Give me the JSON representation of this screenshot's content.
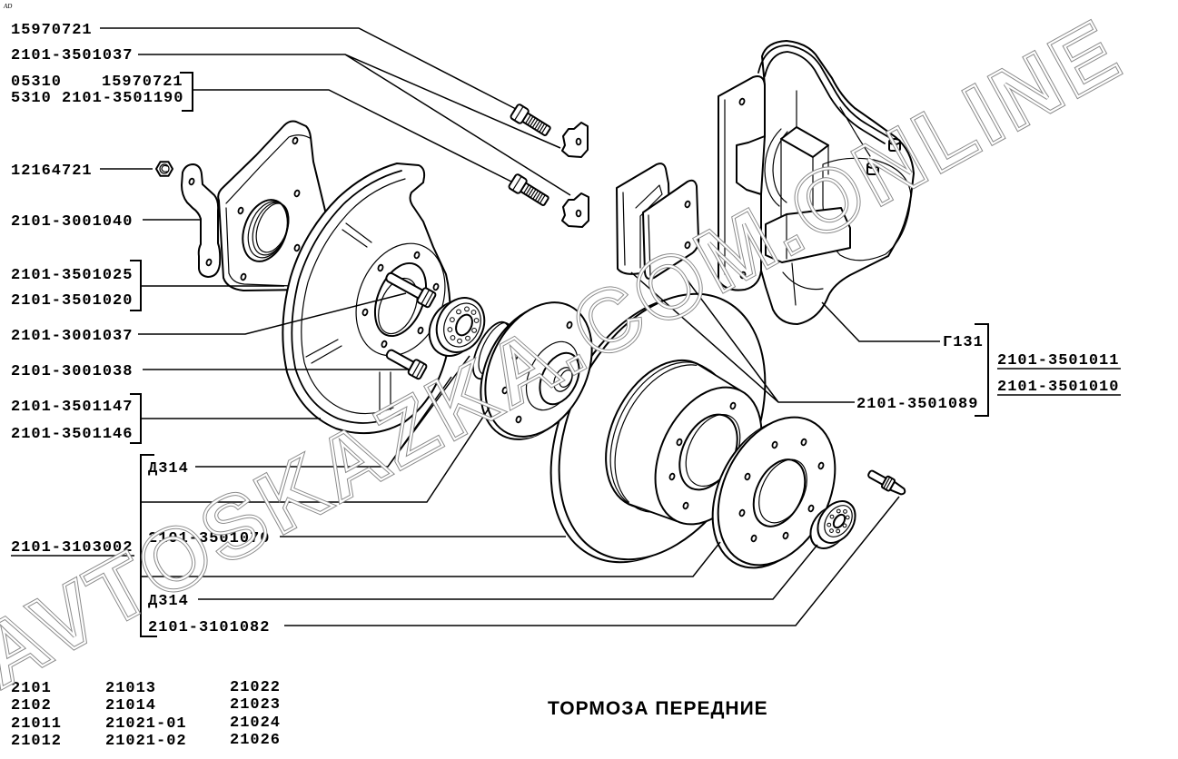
{
  "diagram": {
    "corner_mark": "AD",
    "title": "ТОРМОЗА ПЕРЕДНИЕ",
    "watermark": "AVTOSKAZKA.COM.ONLINE"
  },
  "callouts": {
    "left": [
      {
        "label": "15970721"
      },
      {
        "label": "2101-3501037"
      },
      {
        "group_rows": [
          [
            "05310",
            "15970721"
          ],
          [
            "5310",
            "2101-3501190"
          ]
        ]
      },
      {
        "label": "12164721"
      },
      {
        "label": "2101-3001040"
      },
      {
        "group": [
          "2101-3501025",
          "2101-3501020"
        ]
      },
      {
        "label": "2101-3001037"
      },
      {
        "label": "2101-3001038"
      },
      {
        "group": [
          "2101-3501147",
          "2101-3501146"
        ]
      }
    ],
    "hub_assembly": {
      "assembly_number": "2101-3103002",
      "components": [
        "Д314",
        "2101-3501070",
        "Д314",
        "2101-3101082"
      ]
    },
    "right": {
      "components": [
        "Г131",
        "2101-3501089"
      ],
      "assembly_numbers": [
        "2101-3501011",
        "2101-3501010"
      ]
    }
  },
  "applicable_models": {
    "columns": [
      [
        "2101",
        "2102",
        "21011",
        "21012"
      ],
      [
        "21013",
        "21014",
        "21021-01",
        "21021-02"
      ],
      [
        "21022",
        "21023",
        "21024",
        "21026"
      ]
    ]
  }
}
